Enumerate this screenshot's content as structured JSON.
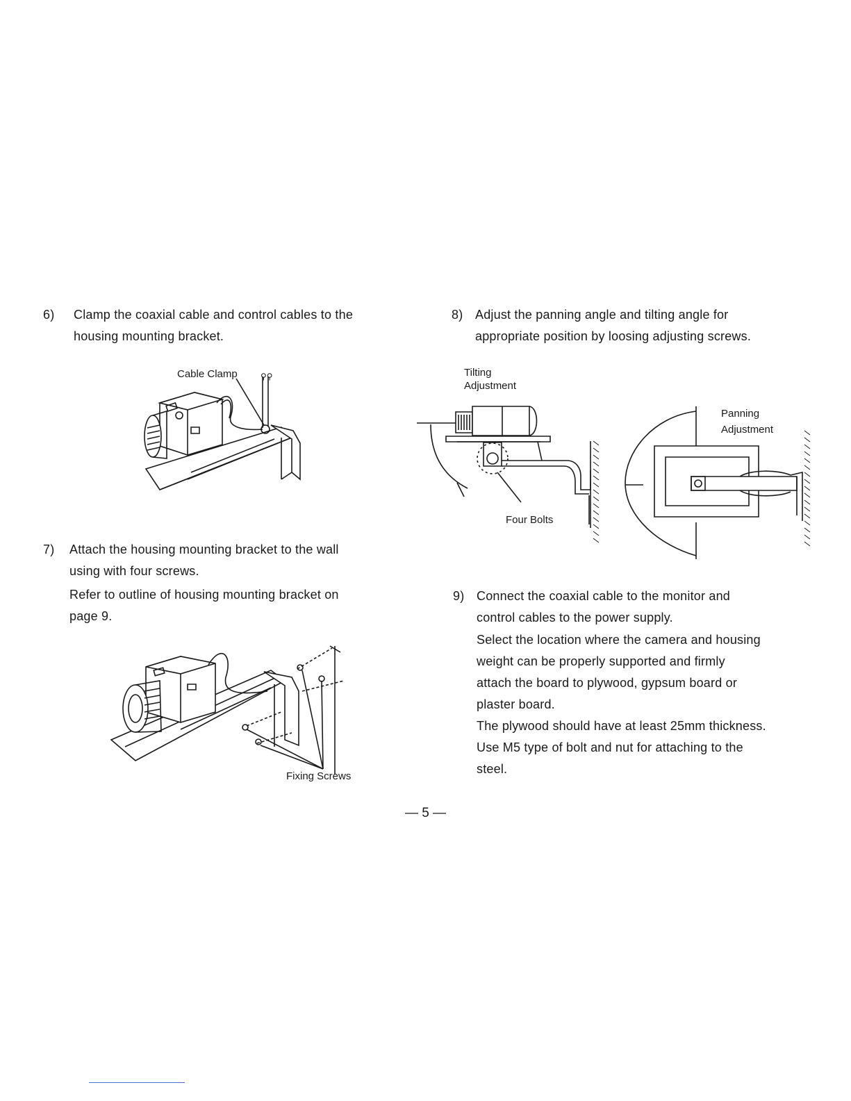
{
  "steps": {
    "s6": {
      "number": "6)",
      "lines": [
        "Clamp the coaxial cable and control cables to the",
        "housing mounting bracket."
      ]
    },
    "s7": {
      "number": "7)",
      "lines": [
        "Attach the housing mounting bracket to the wall",
        "using with four screws.",
        "Refer to outline of housing mounting bracket on",
        "page 9."
      ]
    },
    "s8": {
      "number": "8)",
      "lines": [
        "Adjust the panning angle and tilting angle for",
        "appropriate position by loosing adjusting screws."
      ]
    },
    "s9": {
      "number": "9)",
      "lines": [
        "Connect the coaxial cable to the monitor and",
        "control cables to the power supply.",
        "Select the location where the camera and housing",
        "weight can be properly supported and firmly",
        "attach the board to plywood, gypsum board or",
        "plaster board.",
        "The plywood should have at least 25mm thickness.",
        "Use M5 type of bolt and nut for attaching to the",
        "steel."
      ]
    }
  },
  "figures": {
    "cable_clamp": {
      "label": "Cable Clamp"
    },
    "fixing_screws": {
      "label": "Fixing Screws"
    },
    "tilting": {
      "label_line1": "Tilting",
      "label_line2": "Adjustment"
    },
    "four_bolts": {
      "label": "Four Bolts"
    },
    "panning": {
      "label_line1": "Panning",
      "label_line2": "Adjustment"
    }
  },
  "footer": {
    "page_number": "— 5 —"
  }
}
